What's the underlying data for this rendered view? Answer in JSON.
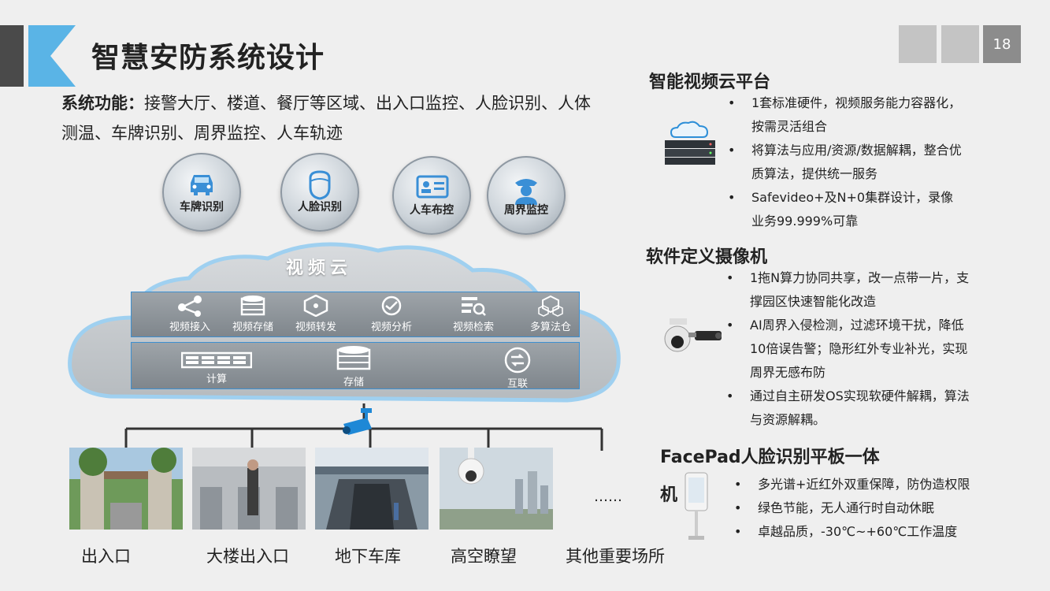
{
  "header": {
    "title": "智慧安防系统设计",
    "page_number": "18"
  },
  "functions": {
    "label": "系统功能：",
    "text": "接警大厅、楼道、餐厅等区域、出入口监控、人脸识别、人体测温、车牌识别、周界监控、人车轨迹"
  },
  "bubbles": [
    {
      "label": "车牌识别",
      "icon": "car-icon"
    },
    {
      "label": "人脸识别",
      "icon": "face-icon"
    },
    {
      "label": "人车布控",
      "icon": "id-card-icon"
    },
    {
      "label": "周界监控",
      "icon": "guard-icon"
    }
  ],
  "cloud": {
    "title": "视频云",
    "services": [
      "视频接入",
      "视频存储",
      "视频转发",
      "视频分析",
      "视频检索",
      "多算法仓"
    ],
    "infra": [
      "计算",
      "存储",
      "互联"
    ]
  },
  "locations": [
    "出入口",
    "大楼出入口",
    "地下车库",
    "高空瞭望",
    "其他重要场所"
  ],
  "ellipsis": "……",
  "sections": [
    {
      "title": "智能视频云平台",
      "bullets": [
        "1套标准硬件，视频服务能力容器化，按需灵活组合",
        "将算法与应用/资源/数据解耦，整合优质算法，提供统一服务",
        "Safevideo+及N+0集群设计，录像业务99.999%可靠"
      ]
    },
    {
      "title": "软件定义摄像机",
      "bullets": [
        "1拖N算力协同共享，改一点带一片，支撑园区快速智能化改造",
        "AI周界入侵检测，过滤环境干扰，降低10倍误告警；隐形红外专业补光，实现周界无感布防",
        "通过自主研发OS实现软硬件解耦，算法与资源解耦。"
      ]
    },
    {
      "title_line1": "FacePad人脸识别平板一体",
      "title_line2": "机",
      "bullets": [
        "多光谱+近红外双重保障，防伪造权限",
        "绿色节能，无人通行时自动休眠",
        "卓越品质，-30℃~+60℃工作温度"
      ]
    }
  ],
  "colors": {
    "accent_blue": "#5ab4e6",
    "dark_bar": "#4a4a4a",
    "cloud_border": "#3c8fd0"
  }
}
